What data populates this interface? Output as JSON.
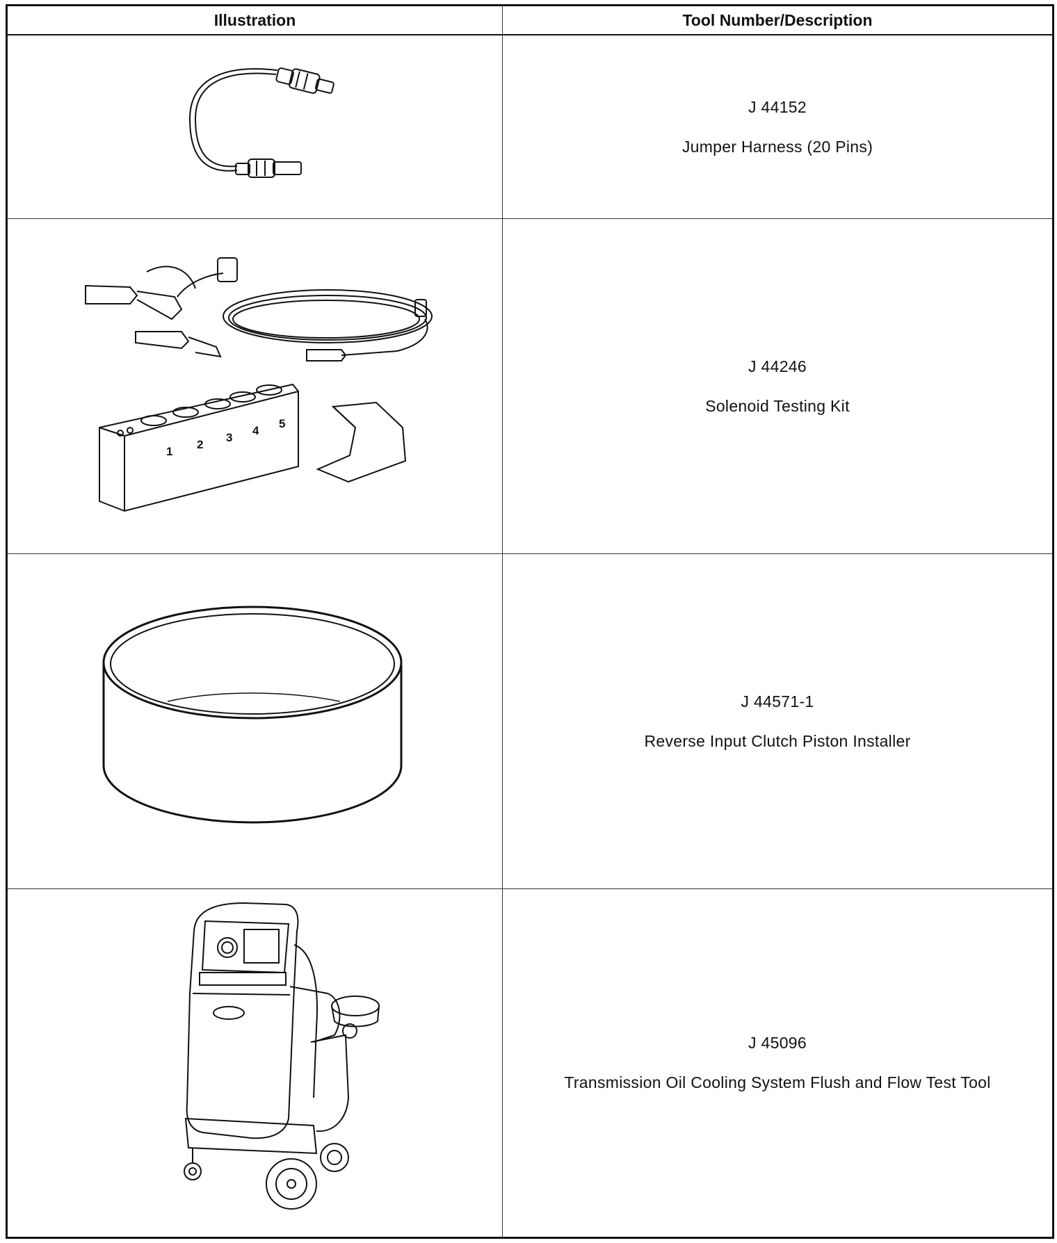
{
  "table": {
    "headers": {
      "illustration": "Illustration",
      "description": "Tool Number/Description"
    },
    "rows": [
      {
        "tool_number": "J 44152",
        "description": "Jumper Harness (20 Pins)",
        "illustration_icon": "jumper-harness-icon"
      },
      {
        "tool_number": "J 44246",
        "description": "Solenoid Testing Kit",
        "illustration_icon": "solenoid-testing-kit-icon",
        "illustration_labels": [
          "1",
          "2",
          "3",
          "4",
          "5"
        ]
      },
      {
        "tool_number": "J 44571-1",
        "description": "Reverse Input Clutch Piston Installer",
        "illustration_icon": "piston-installer-ring-icon"
      },
      {
        "tool_number": "J 45096",
        "description": "Transmission Oil Cooling System Flush and Flow Test Tool",
        "illustration_icon": "flush-flow-test-machine-icon"
      }
    ]
  }
}
